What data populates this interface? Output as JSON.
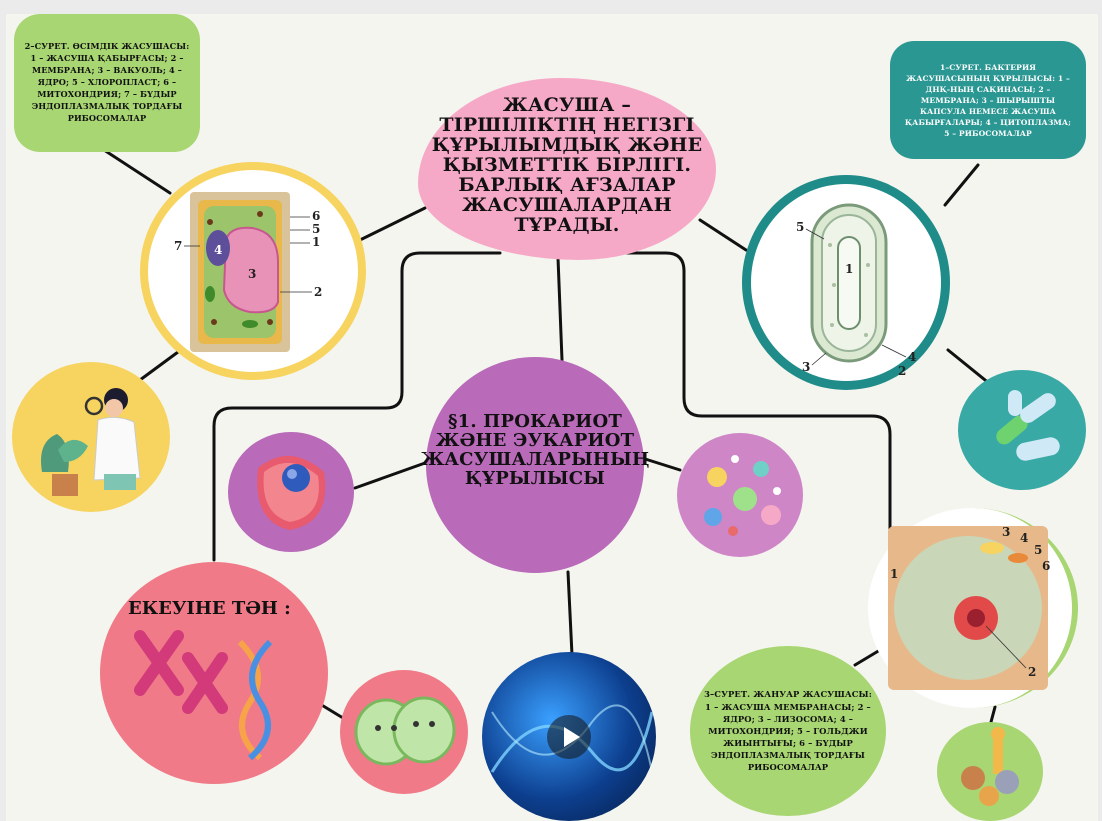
{
  "colors": {
    "board_bg": "#f4f5ee",
    "pink_blob": "#f6a9c7",
    "purple_center": "#b96ab9",
    "green_label": "#a8d672",
    "teal_label": "#2a9793",
    "yellow_ring": "#f7d35f",
    "teal_ring": "#1f8c8a",
    "pink_circle": "#f07a88",
    "lines": "#111111"
  },
  "main_title": "ЖАСУША – ТІРШІЛІКТІҢ НЕГІЗГІ ҚҰРЫЛЫМДЫҚ ЖӘНЕ ҚЫЗМЕТТІК БІРЛІГІ. БАРЛЫҚ АҒЗАЛАР ЖАСУШАЛАРДАН ТҰРАДЫ.",
  "center_title": "§1. ПРОКАРИОТ ЖӘНЕ ЭУКАРИОТ ЖАСУШАЛАРЫНЫҢ ҚҰРЫЛЫСЫ",
  "common_title": "ЕКЕУІНЕ ТӘН :",
  "plant_caption": "2–СУРЕТ. ӨСІМДІК ЖАСУШАСЫ: 1 – ЖАСУША ҚАБЫРҒАСЫ; 2 – МЕМБРАНА; 3 – ВАКУОЛЬ; 4 – ЯДРО; 5 – ХЛОРОПЛАСТ; 6 – МИТОХОНДРИЯ; 7 – БҮДЫР ЭНДОПЛАЗМАЛЫҚ ТОРДАҒЫ РИБОСОМАЛАР",
  "bacteria_caption": "1–СУРЕТ. БАКТЕРИЯ ЖАСУШАСЫНЫҢ ҚҰРЫЛЫСЫ: 1 – ДНҚ-НЫҢ САҚИНАСЫ; 2 – МЕМБРАНА; 3 – ШЫРЫШТЫ КАПСУЛА НЕМЕСЕ ЖАСУША ҚАБЫРҒАЛАРЫ; 4 – ЦИТОПЛАЗМА; 5 – РИБОСОМАЛАР",
  "animal_caption": "3–СУРЕТ. ЖАНУАР ЖАСУШАСЫ: 1 – ЖАСУША МЕМБРАНАСЫ; 2 – ЯДРО; 3 – ЛИЗОСОМА; 4 – МИТОХОНДРИЯ; 5 – ГОЛЬДЖИ ЖИЫНТЫҒЫ; 6 – БҮДЫР ЭНДОПЛАЗМАЛЫҚ ТОРДАҒЫ РИБОСОМАЛАР",
  "plant_numbers": [
    "1",
    "2",
    "3",
    "4",
    "5",
    "6",
    "7"
  ],
  "bacteria_numbers": [
    "1",
    "2",
    "3",
    "4",
    "5"
  ],
  "animal_numbers": [
    "1",
    "2",
    "3",
    "4",
    "5",
    "6"
  ],
  "icons": {
    "scientist": "scientist-with-magnifier-icon",
    "cell_cross_section": "cell-cross-section-icon",
    "microbes": "microbes-icon",
    "bacteria": "bacteria-icon",
    "chromosomes_dna": "chromosomes-dna-icon",
    "dividing_cell": "dividing-cell-icon",
    "video": "dna-video-thumbnail",
    "play": "play-icon",
    "animals": "animals-group-icon"
  }
}
